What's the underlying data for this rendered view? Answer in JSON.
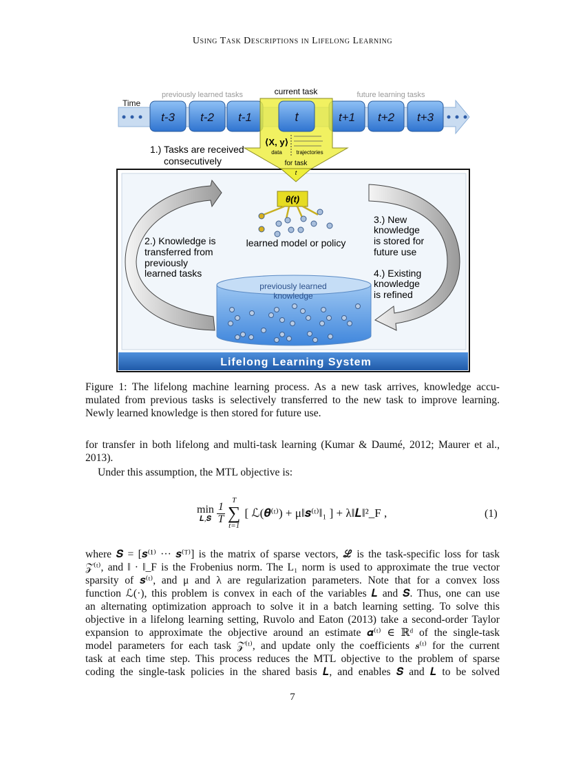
{
  "header": "Using Task Descriptions in Lifelong Learning",
  "figure": {
    "time_label": "Time",
    "previous_label": "previously learned tasks",
    "current_label": "current task",
    "future_label": "future learning tasks",
    "tasks": [
      "t-3",
      "t-2",
      "t-1",
      "t",
      "t+1",
      "t+2",
      "t+3"
    ],
    "data_label": "⟨X, y⟩",
    "data_caption": "data",
    "trajectories_caption": "trajectories",
    "for_task": "for task",
    "for_task_t": "t",
    "step1": [
      "1.) Tasks are received",
      "consecutively"
    ],
    "theta": "θ(t)",
    "model_label": "learned model or policy",
    "step2": [
      "2.) Knowledge is",
      "transferred from",
      "previously",
      "learned tasks"
    ],
    "step3": [
      "3.) New",
      "knowledge",
      "is stored for",
      "future use"
    ],
    "step4": [
      "4.) Existing",
      "knowledge",
      "is refined"
    ],
    "kb_label": [
      "previously learned",
      "knowledge"
    ],
    "system_label": "Lifelong Learning System",
    "colors": {
      "task_box": "#4a8ee0",
      "arrow_yellow": "#f0ee40",
      "system_bar": "#2e6cbf",
      "cylinder": "#6aa6e8"
    }
  },
  "caption": [
    "Figure 1: The lifelong machine learning process. As a new task arrives, knowledge accu-",
    "mulated from previous tasks is selectively transferred to the new task to improve learning.",
    "Newly learned knowledge is then stored for future use."
  ],
  "para1": [
    "for transfer in both lifelong and multi-task learning (Kumar & Daumé, 2012; Maurer et al.,",
    "2013)."
  ],
  "para2": "Under this assumption, the MTL objective is:",
  "equation": {
    "min": "min",
    "min_sub": "𝑳,𝑺",
    "frac_num": "1",
    "frac_den": "T",
    "sum_top": "T",
    "sum": "∑",
    "sum_bottom": "t=1",
    "body": "[ ℒ(𝜽⁽ᵗ⁾) + μ‖𝒔⁽ᵗ⁾‖₁ ] + λ‖𝑳‖²_F  ,",
    "number": "(1)"
  },
  "para3": [
    "where 𝑺 = [𝒔⁽¹⁾ ··· 𝒔⁽ᵀ⁾] is the matrix of sparse vectors, ℒ is the task-specific loss for task",
    "𝒵⁽ᵗ⁾, and ‖ · ‖_F is the Frobenius norm. The L₁ norm is used to approximate the true vector",
    "sparsity of 𝒔⁽ᵗ⁾, and μ and λ are regularization parameters. Note that for a convex loss",
    "function ℒ(·), this problem is convex in each of the variables 𝑳 and 𝑺. Thus, one can use",
    "an alternating optimization approach to solve it in a batch learning setting. To solve this",
    "objective in a lifelong learning setting, Ruvolo and Eaton (2013) take a second-order Taylor",
    "expansion to approximate the objective around an estimate 𝜶⁽ᵗ⁾ ∈ ℝᵈ of the single-task",
    "model parameters for each task 𝒵⁽ᵗ⁾, and update only the coefficients 𝒔⁽ᵗ⁾ for the current",
    "task at each time step. This process reduces the MTL objective to the problem of sparse",
    "coding the single-task policies in the shared basis 𝑳, and enables 𝑺 and 𝑳 to be solved"
  ],
  "page_number": "7"
}
